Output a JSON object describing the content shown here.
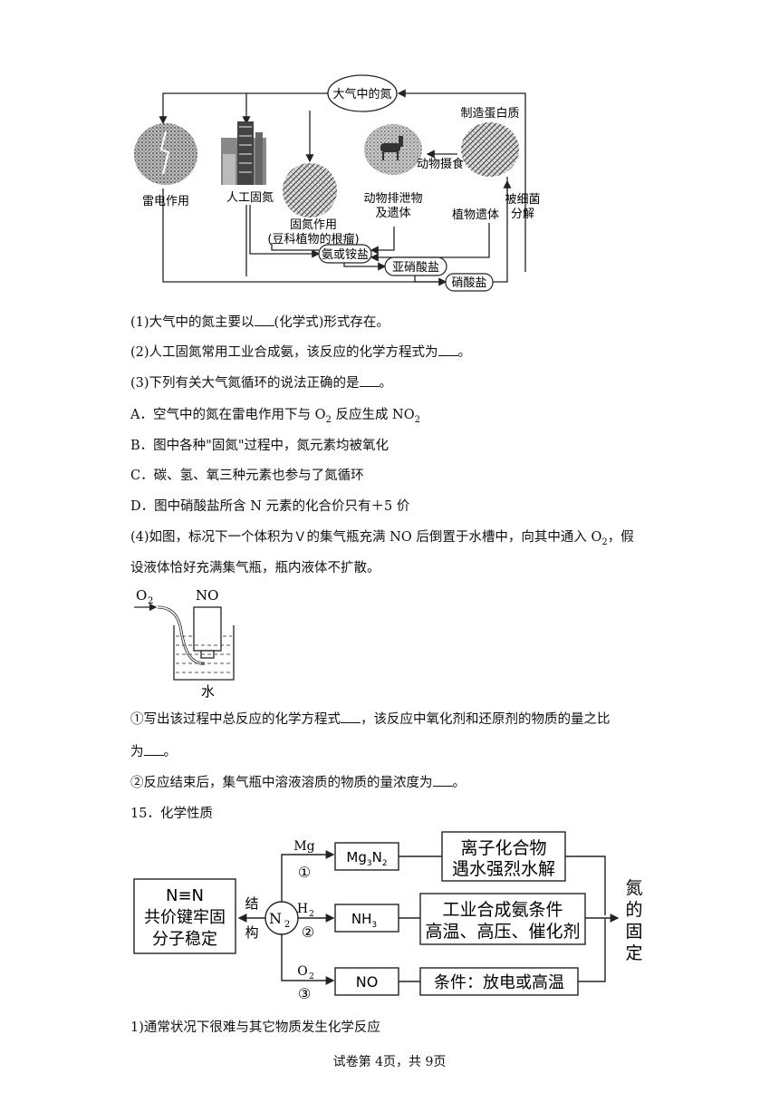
{
  "cycle": {
    "atmosphere": "大气中的氮",
    "lightning": "雷电作用",
    "artificial": "人工固氮",
    "fixation1": "固氮作用",
    "fixation2": "(豆科植物的根瘤)",
    "animal_waste1": "动物排泄物",
    "animal_waste2": "及遗体",
    "plant_remains": "植物遗体",
    "protein": "制造蛋白质",
    "animal_eat": "动物摄食",
    "bacteria1": "被细菌",
    "bacteria2": "分解",
    "ammonia": "氨或铵盐",
    "nitrite": "亚硝酸盐",
    "nitrate": "硝酸盐"
  },
  "q1": {
    "a": "(1)大气中的氮主要以",
    "b": "(化学式)形式存在。"
  },
  "q2": {
    "a": "(2)人工固氮常用工业合成氨，该反应的化学方程式为",
    "b": "。"
  },
  "q3": {
    "a": "(3)下列有关大气氮循环的说法正确的是",
    "b": "。"
  },
  "optA": {
    "a": "A．空气中的氮在雷电作用下与 O",
    "s1": "2",
    "b": " 反应生成 NO",
    "s2": "2"
  },
  "optB": "B．图中各种\"固氮\"过程中，氮元素均被氧化",
  "optC": "C．碳、氢、氧三种元素也参与了氮循环",
  "optD": "D．图中硝酸盐所含 N 元素的化合价只有＋5 价",
  "q4": {
    "a": "(4)如图，标况下一个体积为Ｖ的集气瓶充满 NO 后倒置于水槽中，向其中通入 O",
    "s": "2",
    "b": "，假"
  },
  "q4b": "设液体恰好充满集气瓶，瓶内液体不扩散。",
  "apparatus": {
    "o2": "O",
    "o2sub": "2",
    "no": "NO",
    "water": "水"
  },
  "q4_1": {
    "a": "①写出该过程中总反应的化学方程式",
    "b": "，该反应中氧化剂和还原剂的物质的量之比"
  },
  "q4_1b": {
    "a": "为",
    "b": "。"
  },
  "q4_2": {
    "a": "②反应结束后，集气瓶中溶液溶质的物质的量浓度为",
    "b": "。"
  },
  "sec15": "15．化学性质",
  "diagram": {
    "nn": "N≡N",
    "nn2": "共价键牢固",
    "nn3": "分子稳定",
    "jie": "结",
    "gou": "构",
    "n2": "N",
    "n2sub": "2",
    "mg": "Mg",
    "c1": "①",
    "h2": "H",
    "h2sub": "2",
    "c2": "②",
    "o2": "O",
    "o2sub": "2",
    "c3": "③",
    "mg3n2_a": "Mg",
    "mg3n2_b": "3",
    "mg3n2_c": "N",
    "mg3n2_d": "2",
    "nh3_a": "NH",
    "nh3_b": "3",
    "no": "NO",
    "ionic1": "离子化合物",
    "ionic2": "遇水强烈水解",
    "ind1": "工业合成氨条件",
    "ind2": "高温、高压、催化剂",
    "cond": "条件：放电或高温",
    "fix1": "氮",
    "fix2": "的",
    "fix3": "固",
    "fix4": "定"
  },
  "q15_1": "1)通常状况下很难与其它物质发生化学反应",
  "footer": "试卷第 4页，共 9页"
}
